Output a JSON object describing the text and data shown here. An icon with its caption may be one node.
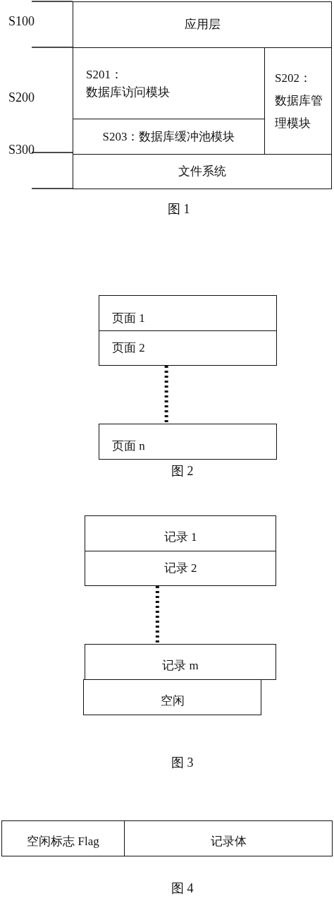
{
  "diagram": {
    "nodes": [
      {
        "text": [
          "应用层"
        ]
      },
      {
        "text": [
          "S201：",
          "数据库访问模块"
        ]
      },
      {
        "text": [
          "S202：",
          "数据库管理模块"
        ]
      },
      {
        "text": [
          "S203：数据库缓冲池模块"
        ]
      },
      {
        "text": [
          "文件系统"
        ]
      },
      {
        "text": [
          "页面 1"
        ]
      },
      {
        "text": [
          "页面 2"
        ]
      },
      {
        "text": [
          "页面 n"
        ]
      },
      {
        "text": [
          "记录 1"
        ]
      },
      {
        "text": [
          "记录 2"
        ]
      },
      {
        "text": [
          "记录 m"
        ]
      },
      {
        "text": [
          "空闲"
        ]
      },
      {
        "text": [
          "空闲标志 Flag"
        ]
      },
      {
        "text": [
          "记录体"
        ]
      }
    ],
    "edges": [
      {
        "from": 6,
        "to": 7,
        "arrow": "none",
        "style": "dashed"
      },
      {
        "from": 9,
        "to": 10,
        "arrow": "none",
        "style": "dashed"
      }
    ],
    "labels": [
      "S100",
      "S200",
      "S300",
      "图 1",
      "图 2",
      "图 3",
      "图 4"
    ]
  }
}
